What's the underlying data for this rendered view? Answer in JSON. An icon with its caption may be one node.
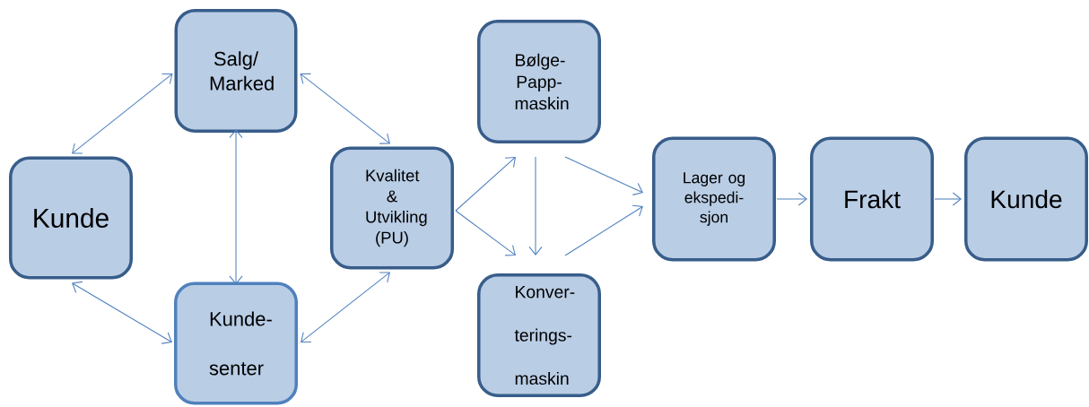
{
  "diagram": {
    "nodes": [
      {
        "text": [
          "Kunde"
        ]
      },
      {
        "text": [
          "Salg/ Marked"
        ]
      },
      {
        "text": [
          "Kvalitet & Utvikling (PU)"
        ]
      },
      {
        "text": [
          "Kunde- senter"
        ]
      },
      {
        "text": [
          "Bølge- Papp- maskin"
        ]
      },
      {
        "text": [
          "Konver- terings- maskin"
        ]
      },
      {
        "text": [
          "Lager og ekspedi- sjon"
        ]
      },
      {
        "text": [
          "Frakt"
        ]
      },
      {
        "text": [
          "Kunde"
        ]
      }
    ],
    "edges": [
      {
        "from": 0,
        "to": 1,
        "arrow": "both"
      },
      {
        "from": 1,
        "to": 2,
        "arrow": "both"
      },
      {
        "from": 1,
        "to": 3,
        "arrow": "both"
      },
      {
        "from": 0,
        "to": 3,
        "arrow": "both"
      },
      {
        "from": 3,
        "to": 2,
        "arrow": "both"
      },
      {
        "from": 2,
        "to": 4,
        "arrow": "to"
      },
      {
        "from": 2,
        "to": 5,
        "arrow": "to"
      },
      {
        "from": 4,
        "to": 5,
        "arrow": "to"
      },
      {
        "from": 4,
        "to": 6,
        "arrow": "to"
      },
      {
        "from": 5,
        "to": 6,
        "arrow": "to"
      },
      {
        "from": 6,
        "to": 7,
        "arrow": "to"
      },
      {
        "from": 7,
        "to": 8,
        "arrow": "to"
      }
    ]
  }
}
